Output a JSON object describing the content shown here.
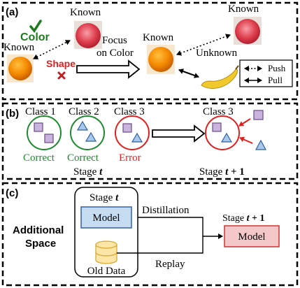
{
  "panel_a": {
    "label": "(a)",
    "known_left": "Known",
    "known_top": "Known",
    "known_center": "Known",
    "known_right": "Known",
    "unknown": "Unknown",
    "color_text": "Color",
    "shape_text": "Shape",
    "focus_line1": "Focus",
    "focus_line2": "on Color",
    "legend_push": "Push",
    "legend_pull": "Pull",
    "colors": {
      "green": "#1e7b1e",
      "red": "#e02020",
      "orange": "#f08a00",
      "apple": "#d83040"
    }
  },
  "panel_b": {
    "label": "(b)",
    "class1": "Class 1",
    "class2": "Class 2",
    "class3": "Class 3",
    "class3_right": "Class 3",
    "correct1": "Correct",
    "correct2": "Correct",
    "error": "Error",
    "stage_t": "Stage t",
    "stage_t1": "Stage t + 1",
    "colors": {
      "square": "#c8b4dc",
      "triangle": "#a8c8ec"
    }
  },
  "panel_c": {
    "label": "(c)",
    "additional_space_line1": "Additional",
    "additional_space_line2": "Space",
    "stage_t": "Stage t",
    "model_left": "Model",
    "old_data": "Old Data",
    "distillation": "Distillation",
    "replay": "Replay",
    "stage_t1": "Stage t + 1",
    "model_right": "Model",
    "colors": {
      "model_left_fill": "#c6dcf2",
      "model_left_stroke": "#3060b0",
      "model_right_fill": "#f4c8c8",
      "model_right_stroke": "#d03030",
      "db_fill": "#fbe6a8",
      "db_stroke": "#d8a830"
    }
  }
}
